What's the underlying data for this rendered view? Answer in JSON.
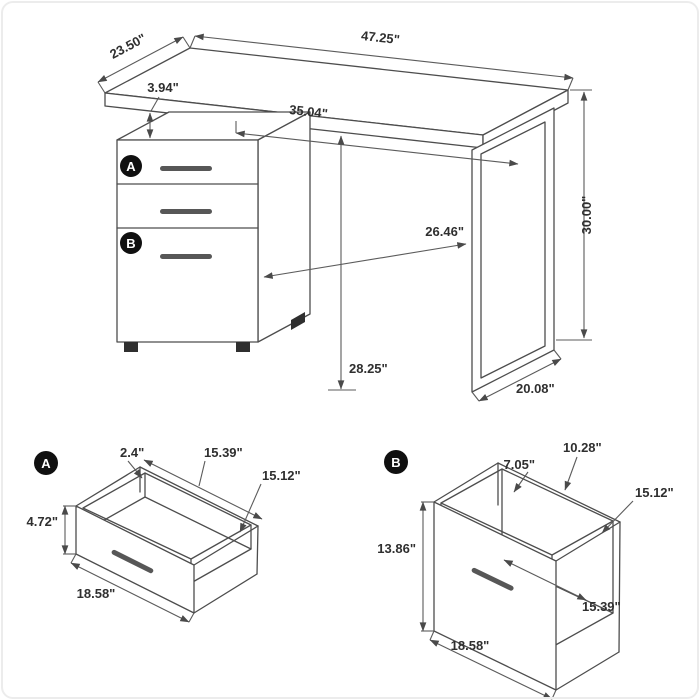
{
  "colors": {
    "line": "#4d4d4d",
    "dimension_line": "#5b5b5b",
    "text": "#2f2f2f",
    "badge_background": "#101010",
    "badge_text": "#ffffff",
    "background": "#ffffff",
    "card_border": "#ececec"
  },
  "desk_view": {
    "badge_a": "A",
    "badge_b": "B",
    "dims": {
      "width": "47.25\"",
      "depth": "23.50\"",
      "top_gap": "3.94\"",
      "under_top_span": "35.04\"",
      "overall_height": "30.00\"",
      "knee_clearance": "26.46\"",
      "floor_to_underside": "28.25\"",
      "leg_base_depth": "20.08\""
    }
  },
  "drawer_a": {
    "badge": "A",
    "dims": {
      "back_height": "2.4\"",
      "top_width": "15.39\"",
      "side_depth": "15.12\"",
      "front_height": "4.72\"",
      "front_width": "18.58\""
    }
  },
  "drawer_b": {
    "badge": "B",
    "dims": {
      "top_depth": "10.28\"",
      "back_inset": "7.05\"",
      "side_depth": "15.12\"",
      "front_height": "13.86\"",
      "bottom_width": "15.39\"",
      "front_width": "18.58\""
    }
  }
}
